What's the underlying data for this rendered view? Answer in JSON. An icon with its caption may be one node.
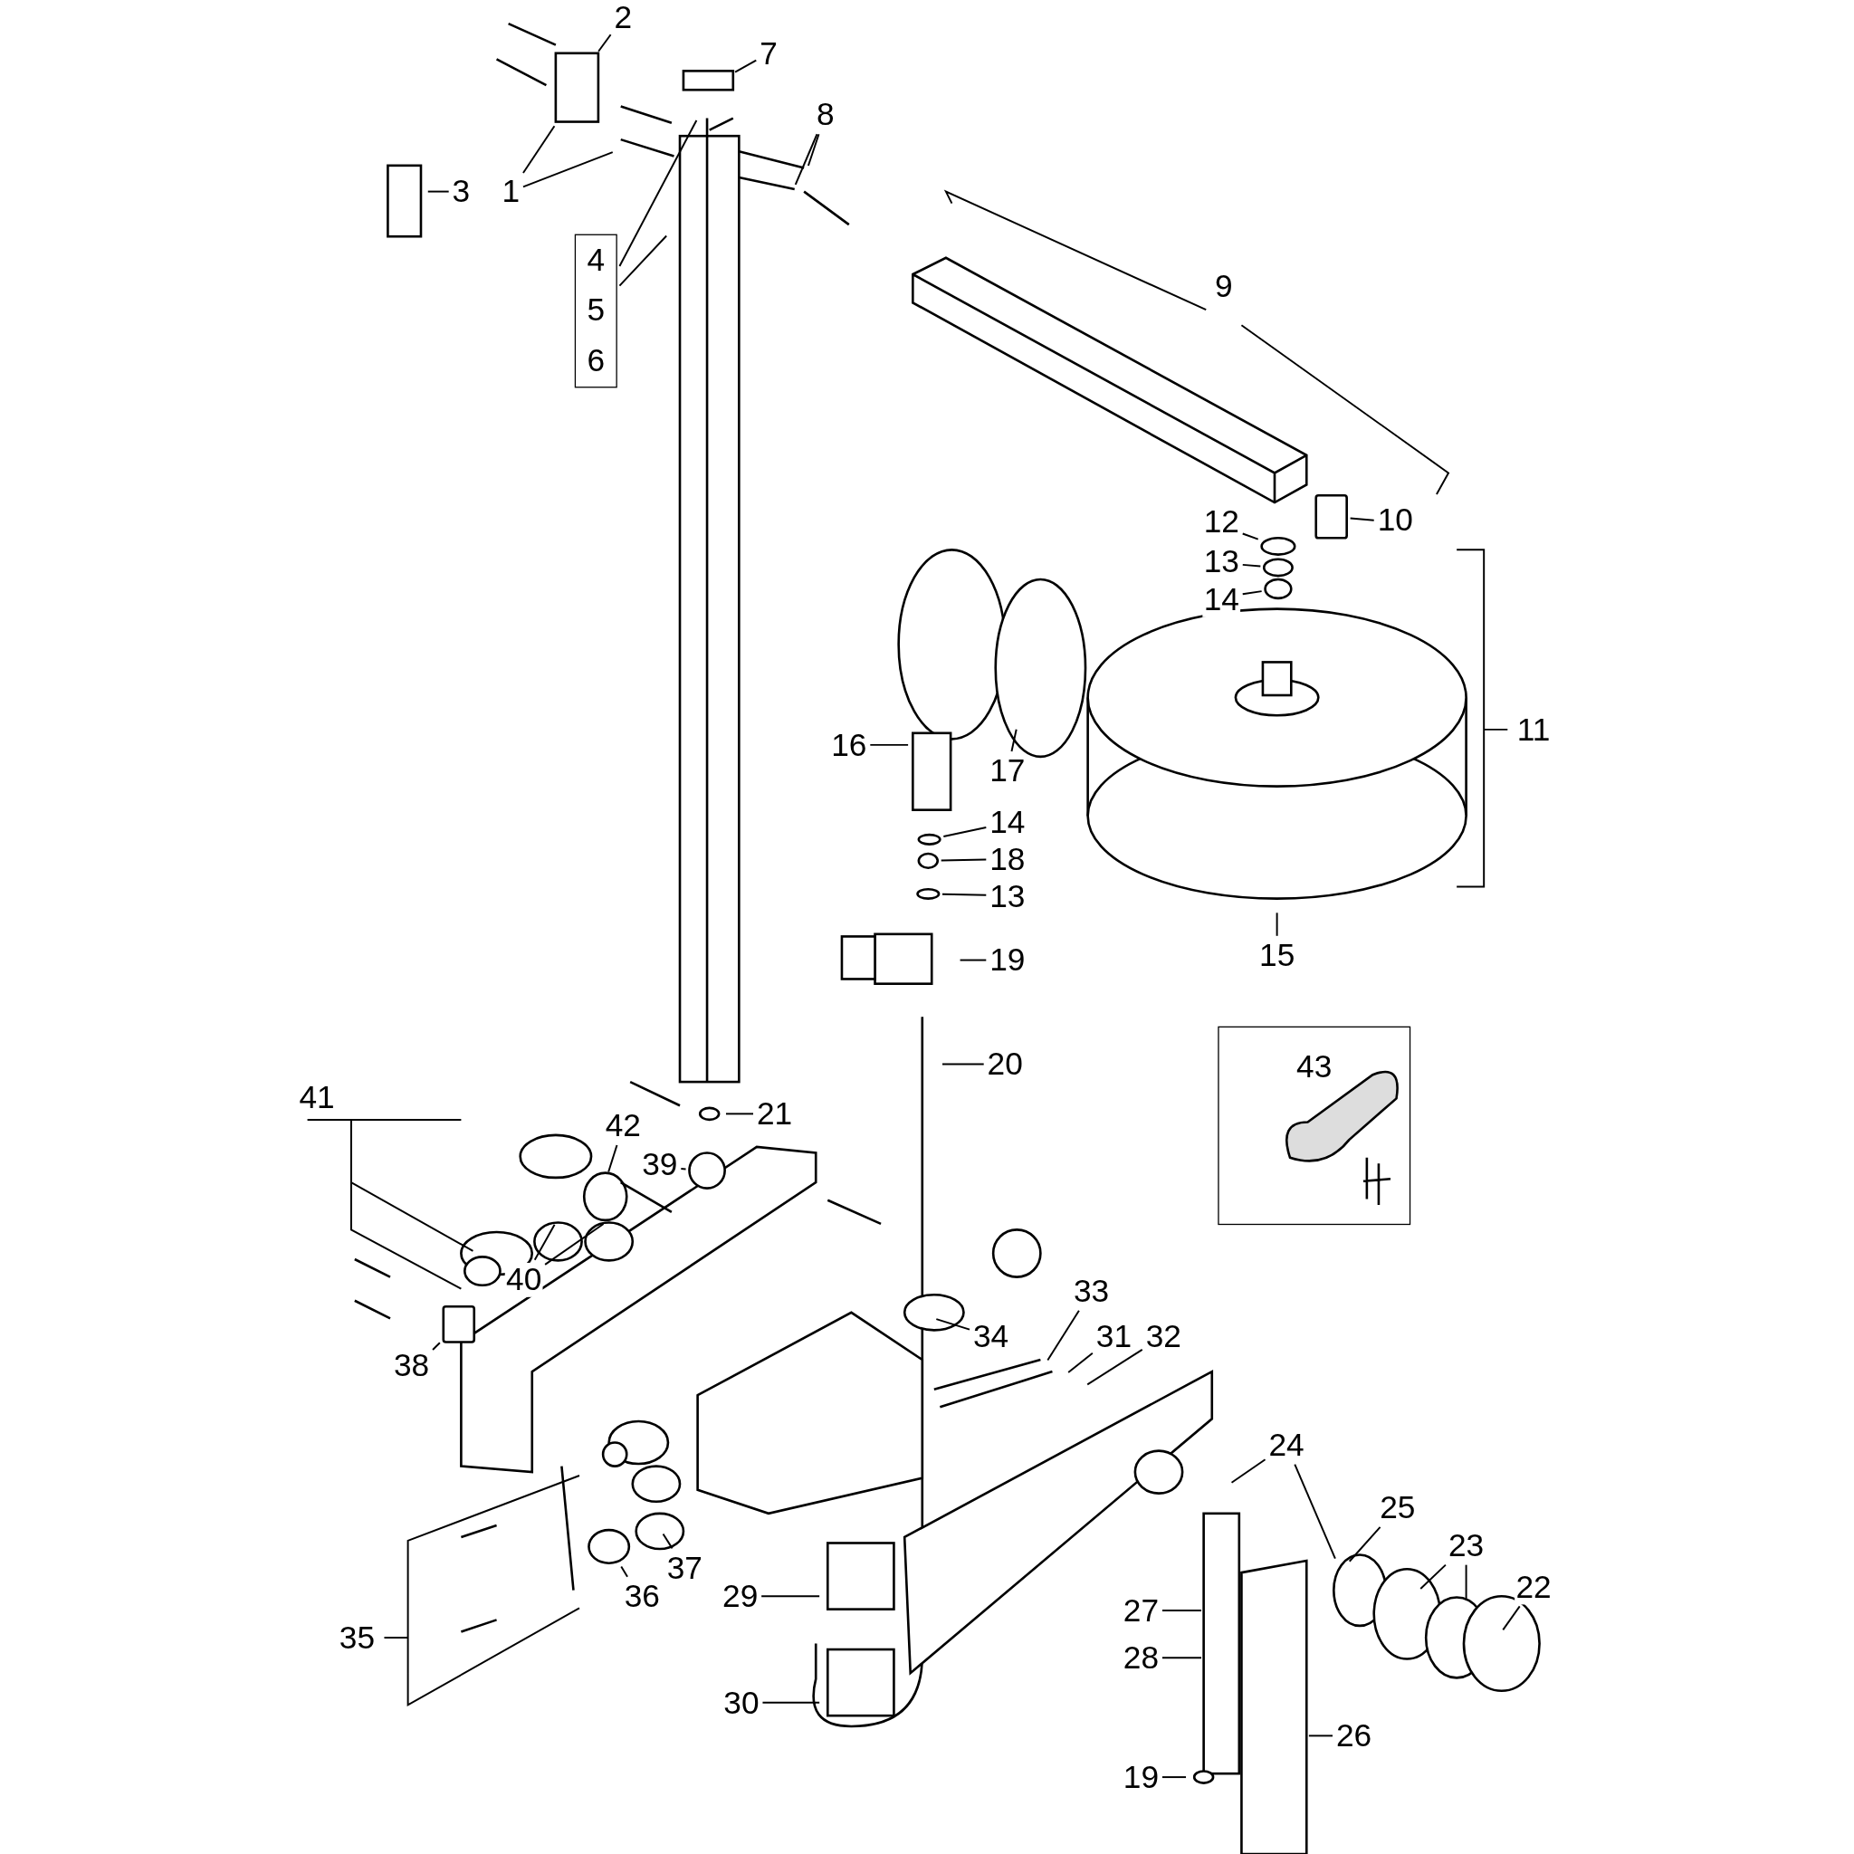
{
  "diagram": {
    "nodes": [
      {
        "text": [
          "2"
        ]
      },
      {
        "text": [
          "7"
        ]
      },
      {
        "text": [
          "8"
        ]
      },
      {
        "text": [
          "3"
        ]
      },
      {
        "text": [
          "1"
        ]
      },
      {
        "text": [
          "4",
          "5",
          "6"
        ]
      },
      {
        "text": [
          "10"
        ]
      },
      {
        "text": [
          "12"
        ]
      },
      {
        "text": [
          "13"
        ]
      },
      {
        "text": [
          "14"
        ]
      },
      {
        "text": [
          "16"
        ]
      },
      {
        "text": [
          "17"
        ]
      },
      {
        "text": [
          "14"
        ]
      },
      {
        "text": [
          "18"
        ]
      },
      {
        "text": [
          "13"
        ]
      },
      {
        "text": [
          "15"
        ]
      },
      {
        "text": [
          "19"
        ]
      },
      {
        "text": [
          "43"
        ]
      },
      {
        "text": [
          "20"
        ]
      },
      {
        "text": [
          "21"
        ]
      },
      {
        "text": [
          "42"
        ]
      },
      {
        "text": [
          "39"
        ]
      },
      {
        "text": [
          "40"
        ]
      },
      {
        "text": [
          "33"
        ]
      },
      {
        "text": [
          "31"
        ]
      },
      {
        "text": [
          "32"
        ]
      },
      {
        "text": [
          "34"
        ]
      },
      {
        "text": [
          "38"
        ]
      },
      {
        "text": [
          "24"
        ]
      },
      {
        "text": [
          "25"
        ]
      },
      {
        "text": [
          "23"
        ]
      },
      {
        "text": [
          "22"
        ]
      },
      {
        "text": [
          "29"
        ]
      },
      {
        "text": [
          "36"
        ]
      },
      {
        "text": [
          "37"
        ]
      },
      {
        "text": [
          "27"
        ]
      },
      {
        "text": [
          "28"
        ]
      },
      {
        "text": [
          "30"
        ]
      },
      {
        "text": [
          "26"
        ]
      },
      {
        "text": [
          "19"
        ]
      },
      {
        "text": [
          "9"
        ]
      },
      {
        "text": [
          "41"
        ]
      },
      {
        "text": [
          "11"
        ]
      },
      {
        "text": [
          "35"
        ]
      },
      {
        "text": [],
        "shape": "circle"
      },
      {
        "text": [],
        "shape": "circle"
      },
      {
        "text": [],
        "shape": "circle"
      },
      {
        "text": [],
        "shape": "circle"
      },
      {
        "text": [],
        "shape": "circle"
      },
      {
        "text": [],
        "shape": "circle"
      },
      {
        "text": [],
        "shape": "circle"
      },
      {
        "text": [],
        "shape": "box"
      },
      {
        "text": [],
        "shape": "circle"
      },
      {
        "text": [],
        "shape": "box"
      }
    ],
    "edges": [
      {
        "from": 0,
        "to": null,
        "arrow": "none"
      },
      {
        "from": 1,
        "to": null,
        "arrow": "none"
      },
      {
        "from": 2,
        "to": null,
        "arrow": "none"
      },
      {
        "from": 2,
        "to": null,
        "arrow": "none"
      },
      {
        "from": 3,
        "to": null,
        "arrow": "none"
      },
      {
        "from": 4,
        "to": null,
        "arrow": "none"
      },
      {
        "from": 4,
        "to": null,
        "arrow": "none"
      },
      {
        "from": 5,
        "to": null,
        "arrow": "none"
      },
      {
        "from": 5,
        "to": null,
        "arrow": "none"
      },
      {
        "from": 6,
        "to": 53,
        "arrow": "none"
      },
      {
        "from": 7,
        "to": 44,
        "arrow": "none"
      },
      {
        "from": 8,
        "to": 45,
        "arrow": "none"
      },
      {
        "from": 9,
        "to": 46,
        "arrow": "none"
      },
      {
        "from": 10,
        "to": null,
        "arrow": "none"
      },
      {
        "from": 11,
        "to": null,
        "arrow": "none"
      },
      {
        "from": 12,
        "to": 47,
        "arrow": "none"
      },
      {
        "from": 13,
        "to": 48,
        "arrow": "none"
      },
      {
        "from": 14,
        "to": 49,
        "arrow": "none"
      },
      {
        "from": 15,
        "to": null,
        "arrow": "none"
      },
      {
        "from": 16,
        "to": null,
        "arrow": "none"
      },
      {
        "from": 18,
        "to": null,
        "arrow": "none"
      },
      {
        "from": 19,
        "to": null,
        "arrow": "none"
      },
      {
        "from": 20,
        "to": null,
        "arrow": "none"
      },
      {
        "from": 21,
        "to": 50,
        "arrow": "none"
      },
      {
        "from": 22,
        "to": null,
        "arrow": "none"
      },
      {
        "from": 22,
        "to": null,
        "arrow": "none"
      },
      {
        "from": 23,
        "to": null,
        "arrow": "none"
      },
      {
        "from": 24,
        "to": null,
        "arrow": "none"
      },
      {
        "from": 25,
        "to": null,
        "arrow": "none"
      },
      {
        "from": 26,
        "to": null,
        "arrow": "none"
      },
      {
        "from": 27,
        "to": 51,
        "arrow": "none"
      },
      {
        "from": 28,
        "to": null,
        "arrow": "none"
      },
      {
        "from": 28,
        "to": null,
        "arrow": "none"
      },
      {
        "from": 29,
        "to": null,
        "arrow": "none"
      },
      {
        "from": 30,
        "to": null,
        "arrow": "none"
      },
      {
        "from": 30,
        "to": null,
        "arrow": "none"
      },
      {
        "from": 31,
        "to": null,
        "arrow": "none"
      },
      {
        "from": 32,
        "to": null,
        "arrow": "none"
      },
      {
        "from": 33,
        "to": 52,
        "arrow": "none"
      },
      {
        "from": 34,
        "to": null,
        "arrow": "none"
      },
      {
        "from": 35,
        "to": null,
        "arrow": "none"
      },
      {
        "from": 36,
        "to": null,
        "arrow": "none"
      },
      {
        "from": 37,
        "to": null,
        "arrow": "none"
      },
      {
        "from": 38,
        "to": null,
        "arrow": "none"
      },
      {
        "from": 39,
        "to": null,
        "arrow": "none"
      }
    ]
  }
}
